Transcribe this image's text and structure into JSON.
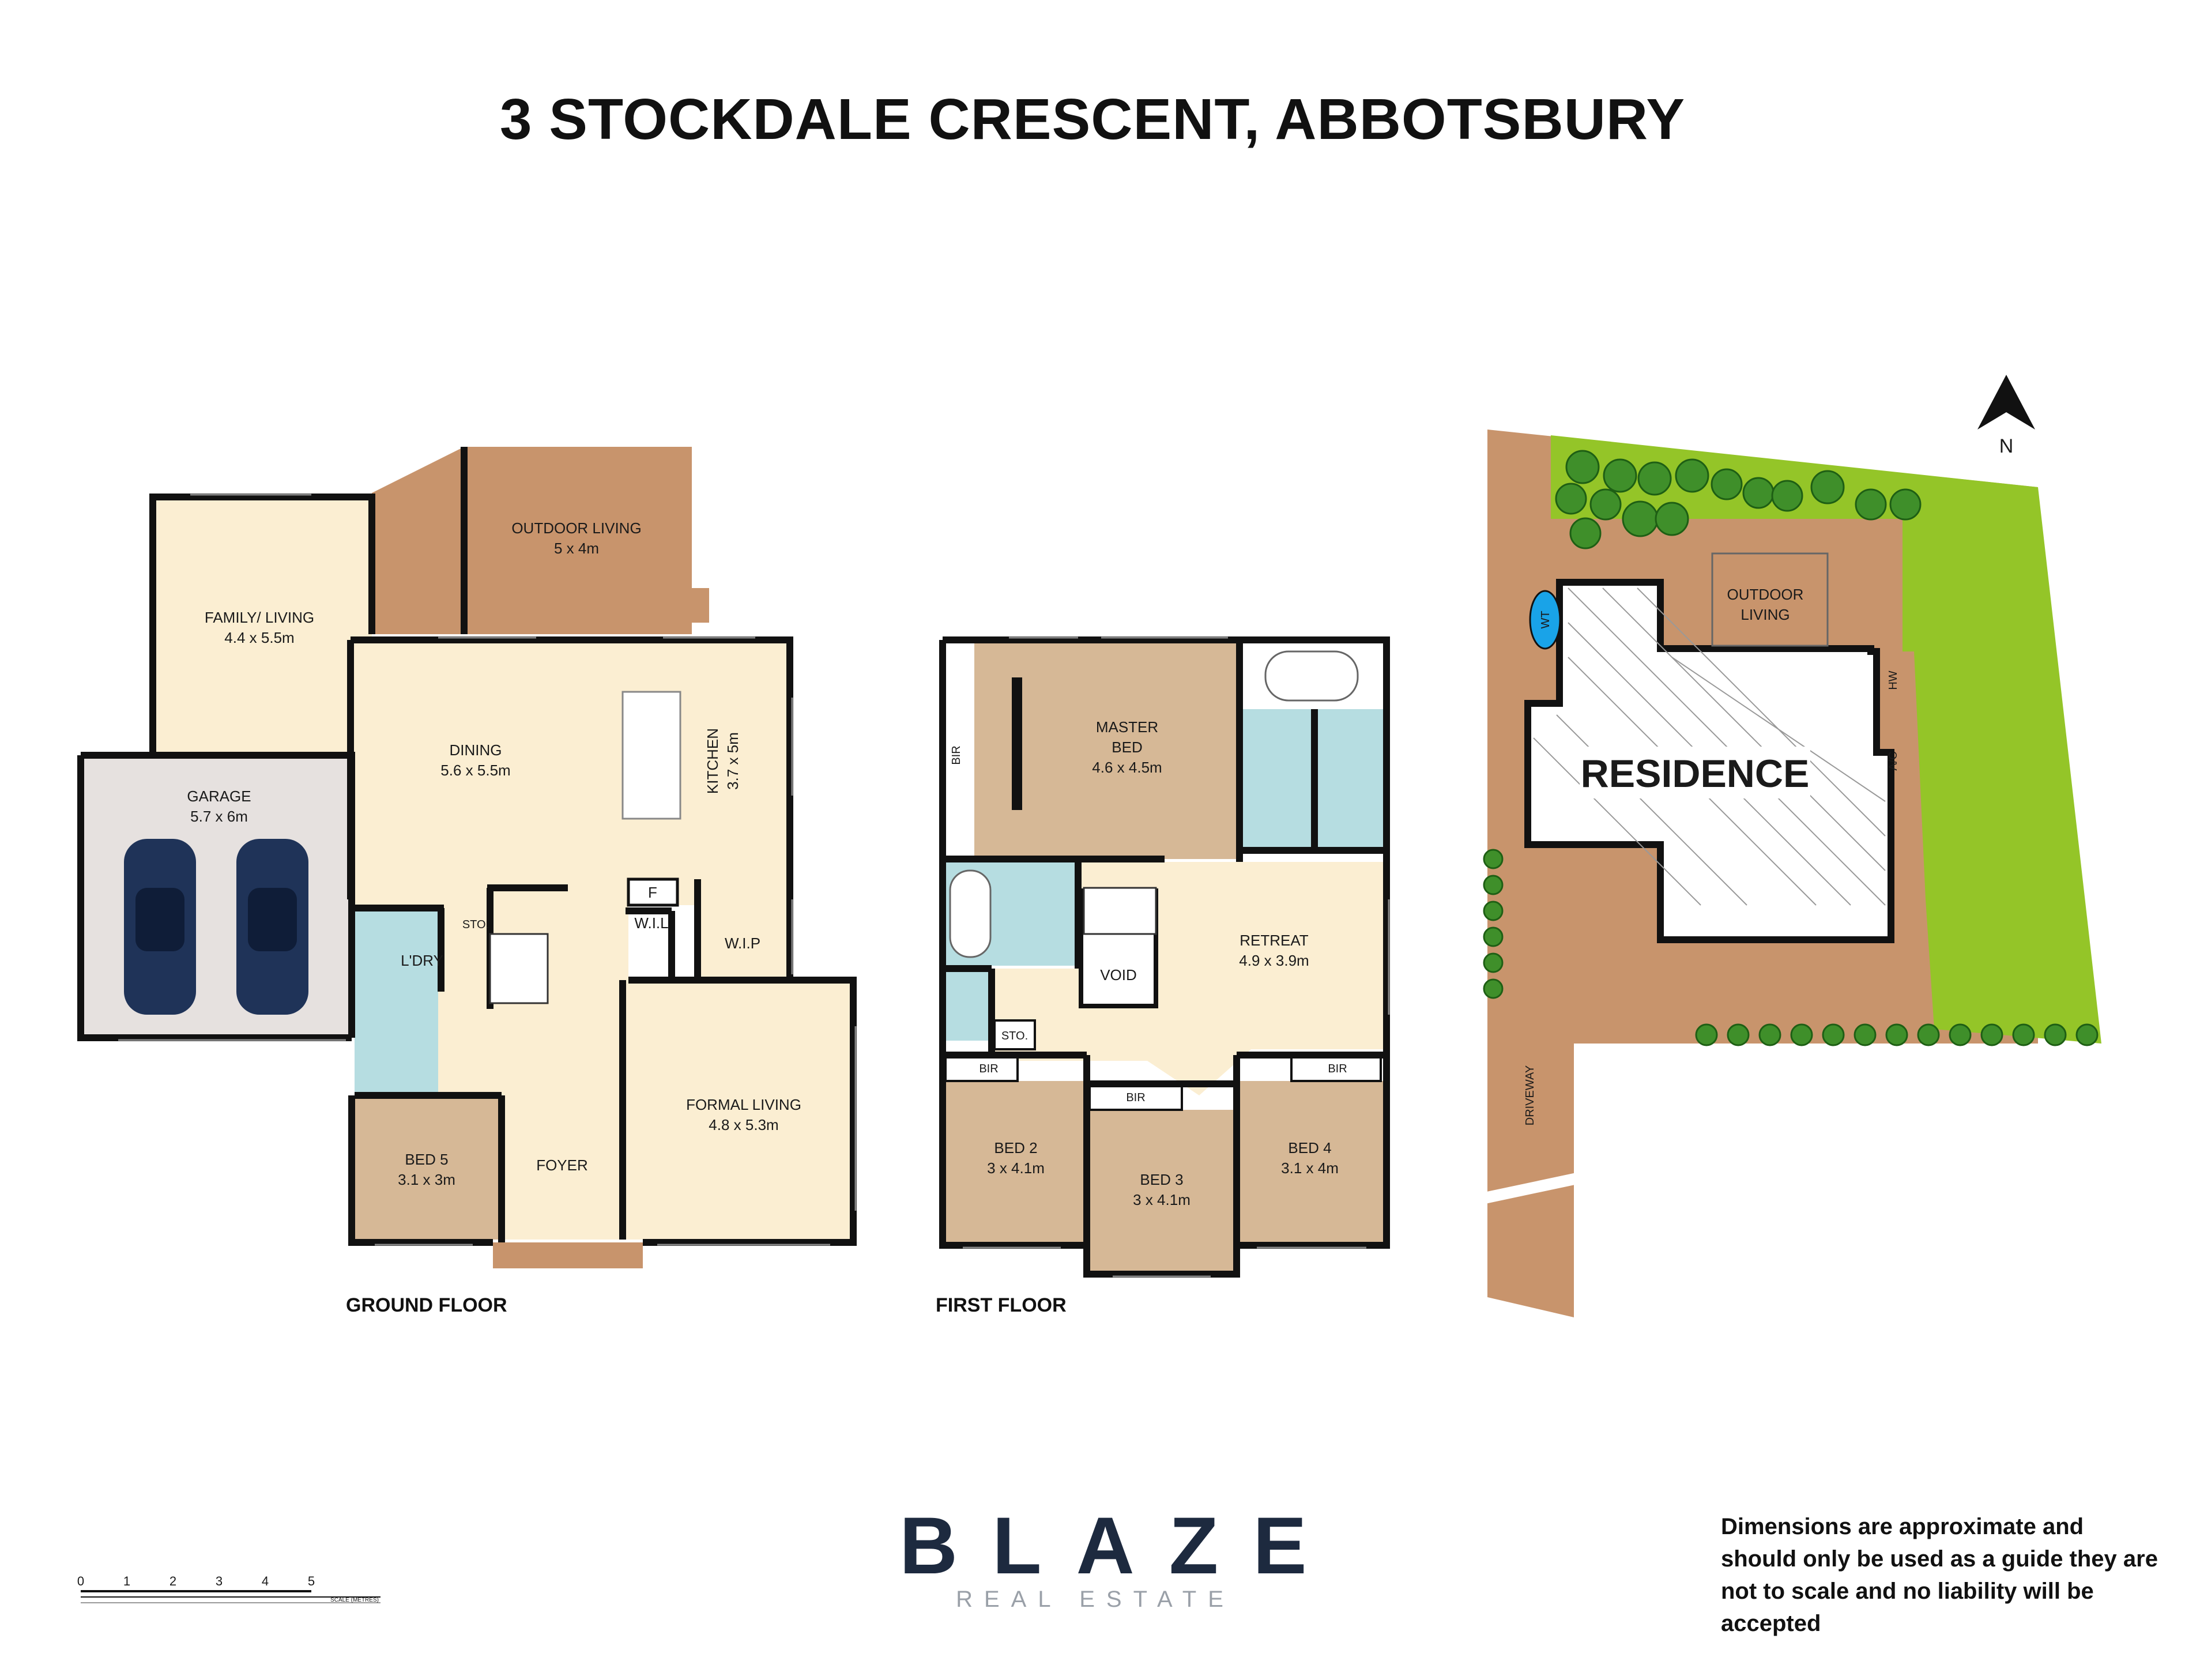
{
  "title": "3 STOCKDALE CRESCENT, ABBOTSBURY",
  "floors": {
    "ground": "GROUND FLOOR",
    "first": "FIRST FLOOR"
  },
  "ground_rooms": {
    "outdoor_living": {
      "name": "OUTDOOR LIVING",
      "dims": "5 x 4m"
    },
    "family": {
      "name": "FAMILY/ LIVING",
      "dims": "4.4 x 5.5m"
    },
    "dining": {
      "name": "DINING",
      "dims": "5.6 x 5.5m"
    },
    "kitchen": {
      "name": "KITCHEN",
      "dims": "3.7 x 5m"
    },
    "garage": {
      "name": "GARAGE",
      "dims": "5.7 x 6m"
    },
    "laundry": "L'DRY",
    "sto": "STO.",
    "wil": "W.I.L",
    "fridge": "F",
    "wip": "W.I.P",
    "formal": {
      "name": "FORMAL LIVING",
      "dims": "4.8 x 5.3m"
    },
    "bed5": {
      "name": "BED 5",
      "dims": "3.1 x 3m"
    },
    "foyer": "FOYER"
  },
  "first_rooms": {
    "master": {
      "name1": "MASTER",
      "name2": "BED",
      "dims": "4.6 x 4.5m"
    },
    "bir": "BIR",
    "retreat": {
      "name": "RETREAT",
      "dims": "4.9 x 3.9m"
    },
    "void": "VOID",
    "sto": "STO.",
    "bed2": {
      "name": "BED 2",
      "dims": "3 x 4.1m"
    },
    "bed3": {
      "name": "BED 3",
      "dims": "3 x 4.1m"
    },
    "bed4": {
      "name": "BED 4",
      "dims": "3.1 x 4m"
    }
  },
  "site": {
    "residence": "RESIDENCE",
    "outdoor1": "OUTDOOR",
    "outdoor2": "LIVING",
    "wt": "WT",
    "hw": "HW",
    "ac": "A/C",
    "driveway": "DRIVEWAY",
    "north": "N"
  },
  "brand": {
    "name": "BLAZE",
    "sub": "REAL ESTATE"
  },
  "disclaimer": "Dimensions are approximate and should only be used as a guide they are not to scale and no liability will be accepted",
  "scale": {
    "ticks": [
      "0",
      "1",
      "2",
      "3",
      "4",
      "5"
    ],
    "label": "SCALE (METRES)"
  },
  "colors": {
    "interior": "#fbeed2",
    "bedroom": "#d6b896",
    "outdoor": "#c8946c",
    "wet": "#b6dde1",
    "garage": "#e6e1df",
    "lawn": "#94c528",
    "hedge": "#3f8f2a",
    "wall": "#111111",
    "car": "#1f3358",
    "brand": "#1d2a3f"
  }
}
